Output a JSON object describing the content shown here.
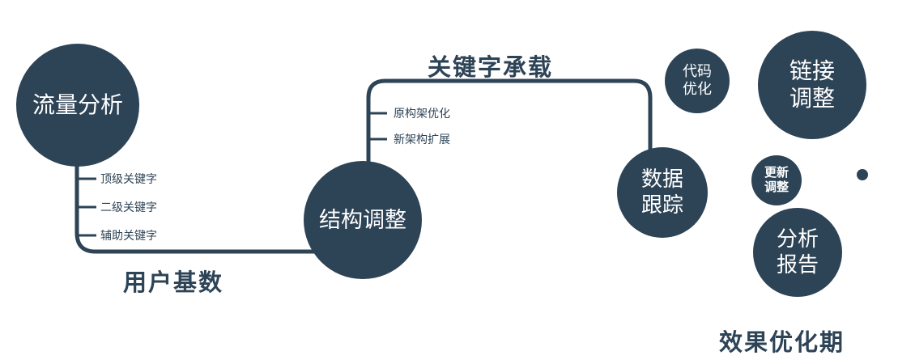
{
  "colors": {
    "primary": "#2d4356",
    "background": "#ffffff",
    "node_text": "#ffffff"
  },
  "nodes": {
    "traffic_analysis": {
      "label": "流量分析"
    },
    "structure_adjustment": {
      "label": "结构调整"
    },
    "data_tracking": {
      "line1": "数据",
      "line2": "跟踪"
    },
    "code_optimization": {
      "line1": "代码",
      "line2": "优化"
    },
    "link_adjustment": {
      "line1": "链接",
      "line2": "调整"
    },
    "update_adjustment": {
      "line1": "更新",
      "line2": "调整"
    },
    "analysis_report": {
      "line1": "分析",
      "line2": "报告"
    }
  },
  "edge_labels": {
    "user_base": "用户基数",
    "keyword_carrying": "关键字承载"
  },
  "branches": {
    "traffic": [
      "顶级关键字",
      "二级关键字",
      "辅助关键字"
    ],
    "structure": [
      "原构架优化",
      "新架构扩展"
    ]
  },
  "caption": "效果优化期"
}
